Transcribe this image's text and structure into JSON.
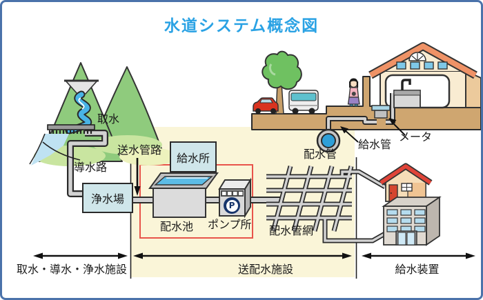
{
  "title": "水道システム概念図",
  "colors": {
    "frame_border": "#4a72aa",
    "title_blue": "#2aa2e4",
    "panel_yellow": "#faf5d8",
    "facility_red_outline": "#e8534a",
    "facility_box_fill": "#cfe6ea",
    "water_blue": "#49b4e6",
    "pipe_gray": "#d2d2d2",
    "ground_tan": "#cfa670",
    "pump_navy": "#17356b"
  },
  "facilities": {
    "purification_plant": "浄水場",
    "supply_station": "給水所",
    "distribution_reservoir": "配水池",
    "pump_station": "ポンプ所",
    "pump_symbol": "P"
  },
  "flow_labels": {
    "intake": "取水",
    "conduit": "導水路",
    "transmission_pipeline": "送水管路",
    "distribution_network": "配水管網",
    "distribution_pipe": "配水管",
    "service_pipe": "給水管",
    "meter": "メータ"
  },
  "sections": {
    "left": "取水・導水・浄水施設",
    "middle": "送配水施設",
    "right": "給水装置"
  }
}
